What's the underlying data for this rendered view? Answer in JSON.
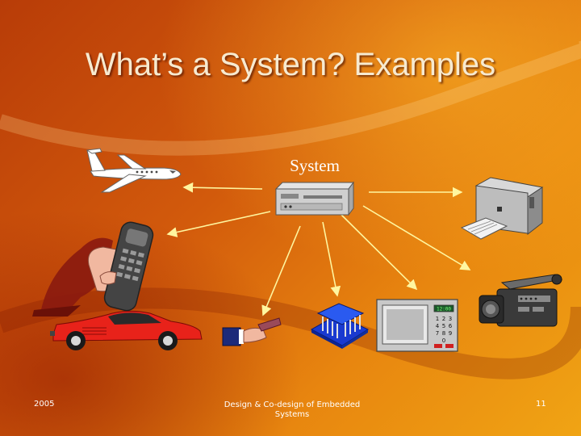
{
  "slide": {
    "title": "What’s a System? Examples",
    "system_label": "System",
    "footer": {
      "year": "2005",
      "center": "Design & Co-design of Embedded Systems",
      "page": "11"
    },
    "microwave_display": "12:00",
    "keypad_keys": [
      "1",
      "2",
      "3",
      "4",
      "5",
      "6",
      "7",
      "8",
      "9",
      "0"
    ]
  },
  "colors": {
    "arrow": "#fff6a0",
    "car": "#e8221a",
    "title_text": "#f7ead0"
  },
  "icons": [
    "airplane-icon",
    "system-box-icon",
    "printer-icon",
    "telephone-icon",
    "car-icon",
    "card-reader-icon",
    "microchip-icon",
    "microwave-icon",
    "camcorder-icon"
  ]
}
